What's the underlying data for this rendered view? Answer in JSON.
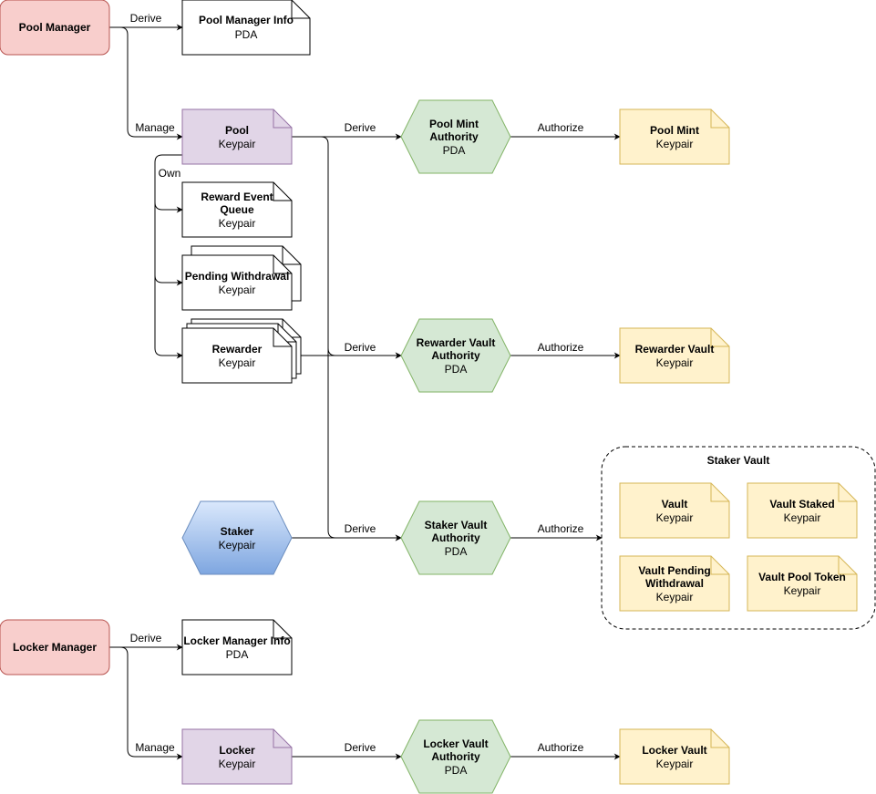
{
  "colors": {
    "red_fill": "#f8cecc",
    "red_stroke": "#b85450",
    "purple_fill": "#e1d5e7",
    "purple_stroke": "#9673a6",
    "green_fill": "#d5e8d4",
    "green_stroke": "#82b366",
    "yellow_fill": "#fff2cc",
    "yellow_stroke": "#d6b656",
    "blue_fill_top": "#dae8fc",
    "blue_fill_bottom": "#7ea6e0",
    "blue_stroke": "#6c8ebf",
    "white_fill": "#ffffff",
    "black_stroke": "#000000"
  },
  "nodes": {
    "pool_manager": {
      "title": "Pool Manager"
    },
    "pool_manager_info": {
      "title": "Pool Manager Info",
      "subtitle": "PDA"
    },
    "pool": {
      "title": "Pool",
      "subtitle": "Keypair"
    },
    "pool_mint_authority": {
      "title_line1": "Pool Mint",
      "title_line2": "Authority",
      "subtitle": "PDA"
    },
    "pool_mint": {
      "title": "Pool Mint",
      "subtitle": "Keypair"
    },
    "reward_event_queue": {
      "title_line1": "Reward Event",
      "title_line2": "Queue",
      "subtitle": "Keypair"
    },
    "pending_withdrawal": {
      "title": "Pending Withdrawal",
      "subtitle": "Keypair"
    },
    "rewarder": {
      "title": "Rewarder",
      "subtitle": "Keypair"
    },
    "rewarder_vault_authority": {
      "title_line1": "Rewarder Vault",
      "title_line2": "Authority",
      "subtitle": "PDA"
    },
    "rewarder_vault": {
      "title": "Rewarder Vault",
      "subtitle": "Keypair"
    },
    "staker": {
      "title": "Staker",
      "subtitle": "Keypair"
    },
    "staker_vault_authority": {
      "title_line1": "Staker Vault",
      "title_line2": "Authority",
      "subtitle": "PDA"
    },
    "staker_vault_group": {
      "title": "Staker Vault"
    },
    "vault": {
      "title": "Vault",
      "subtitle": "Keypair"
    },
    "vault_staked": {
      "title": "Vault Staked",
      "subtitle": "Keypair"
    },
    "vault_pending_withdrawal": {
      "title_line1": "Vault Pending",
      "title_line2": "Withdrawal",
      "subtitle": "Keypair"
    },
    "vault_pool_token": {
      "title": "Vault Pool Token",
      "subtitle": "Keypair"
    },
    "locker_manager": {
      "title": "Locker Manager"
    },
    "locker_manager_info": {
      "title": "Locker Manager Info",
      "subtitle": "PDA"
    },
    "locker": {
      "title": "Locker",
      "subtitle": "Keypair"
    },
    "locker_vault_authority": {
      "title_line1": "Locker Vault",
      "title_line2": "Authority",
      "subtitle": "PDA"
    },
    "locker_vault": {
      "title": "Locker Vault",
      "subtitle": "Keypair"
    }
  },
  "edges": {
    "pm_derive": "Derive",
    "pm_manage": "Manage",
    "pool_own": "Own",
    "pool_derive_mint_auth": "Derive",
    "mint_auth_authorize": "Authorize",
    "rewarder_derive": "Derive",
    "rewarder_authorize": "Authorize",
    "staker_derive": "Derive",
    "staker_authorize": "Authorize",
    "lm_derive": "Derive",
    "lm_manage": "Manage",
    "locker_derive": "Derive",
    "locker_authorize": "Authorize"
  }
}
